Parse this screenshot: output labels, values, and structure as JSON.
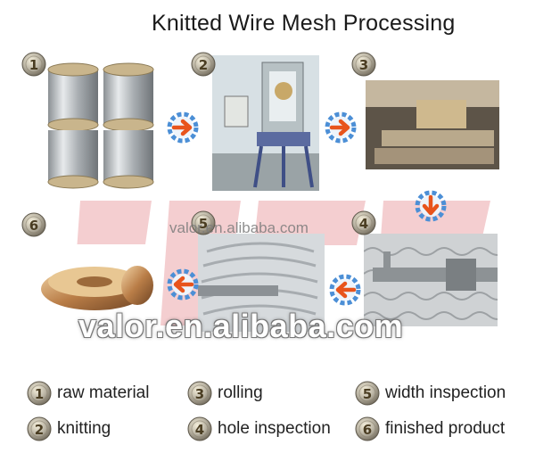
{
  "title": "Knitted Wire Mesh Processing",
  "steps": [
    {
      "num": "1",
      "label": "raw material"
    },
    {
      "num": "2",
      "label": "knitting"
    },
    {
      "num": "3",
      "label": "rolling"
    },
    {
      "num": "4",
      "label": "hole inspection"
    },
    {
      "num": "5",
      "label": "width inspection"
    },
    {
      "num": "6",
      "label": "finished product"
    }
  ],
  "watermarks": {
    "small": "valor.en.alibaba.com",
    "large": "valor.en.alibaba.com"
  },
  "icons": {
    "step_badge": "numbered-circle-badge",
    "flow_arrow": "gear-arrow-icon"
  },
  "colors": {
    "arrow": "#e8541c",
    "gear": "#2f7fd0",
    "badge": "#9a7a35"
  }
}
